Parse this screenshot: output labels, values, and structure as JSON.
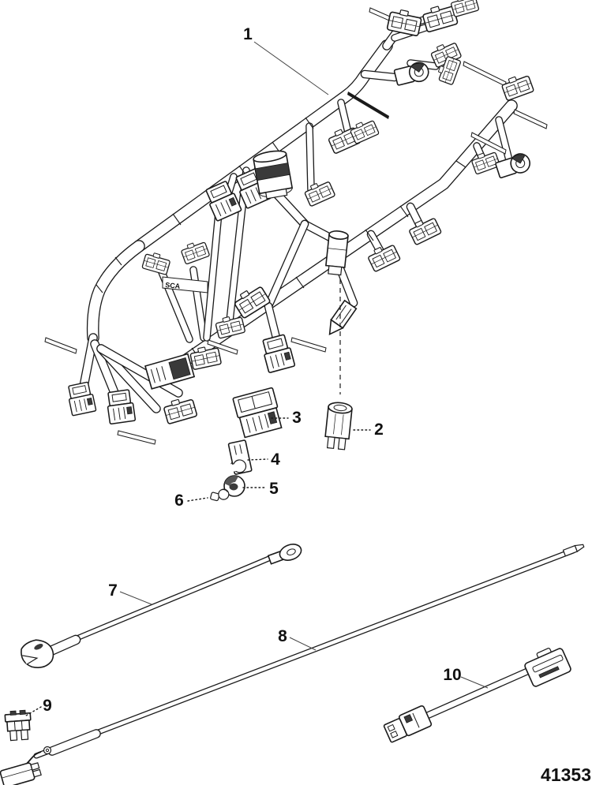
{
  "diagram": {
    "drawing_number": "41353",
    "harness_tag_label": "SCA",
    "callouts": [
      {
        "label": "1"
      },
      {
        "label": "2"
      },
      {
        "label": "3"
      },
      {
        "label": "4"
      },
      {
        "label": "5"
      },
      {
        "label": "6"
      },
      {
        "label": "7"
      },
      {
        "label": "8"
      },
      {
        "label": "9"
      },
      {
        "label": "10"
      }
    ],
    "colors": {
      "line": "#1a1a1a",
      "background": "#ffffff",
      "dark_fill": "#3a3a3a"
    }
  }
}
